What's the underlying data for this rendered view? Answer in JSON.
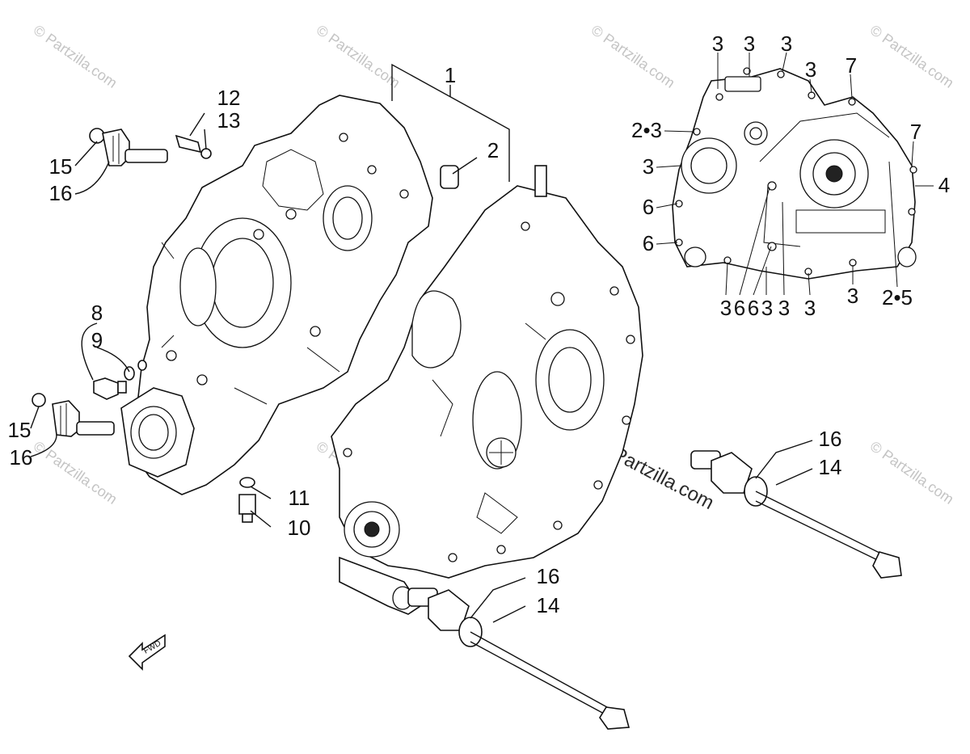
{
  "watermarks": {
    "small": "© Partzilla.com",
    "center": "© Partzilla.com"
  },
  "labels": {
    "l1": "1",
    "l2": "2",
    "l12": "12",
    "l13": "13",
    "l15a": "15",
    "l16a": "16",
    "l8": "8",
    "l9": "9",
    "l15b": "15",
    "l16b": "16",
    "l11": "11",
    "l10": "10",
    "l16c": "16",
    "l14c": "14",
    "l16d": "16",
    "l14d": "14",
    "i3a": "3",
    "i3b": "3",
    "i3c": "3",
    "i3d": "3",
    "i7a": "7",
    "i23": "2•3",
    "i7b": "7",
    "i3e": "3",
    "i6a": "6",
    "i4": "4",
    "i6b": "6",
    "b3a": "3",
    "b6a": "6",
    "b6b": "6",
    "b3b": "3",
    "b3c": "3",
    "b3d": "3",
    "b3e": "3",
    "b25": "2•5"
  },
  "fwd_arrow": "FWD"
}
